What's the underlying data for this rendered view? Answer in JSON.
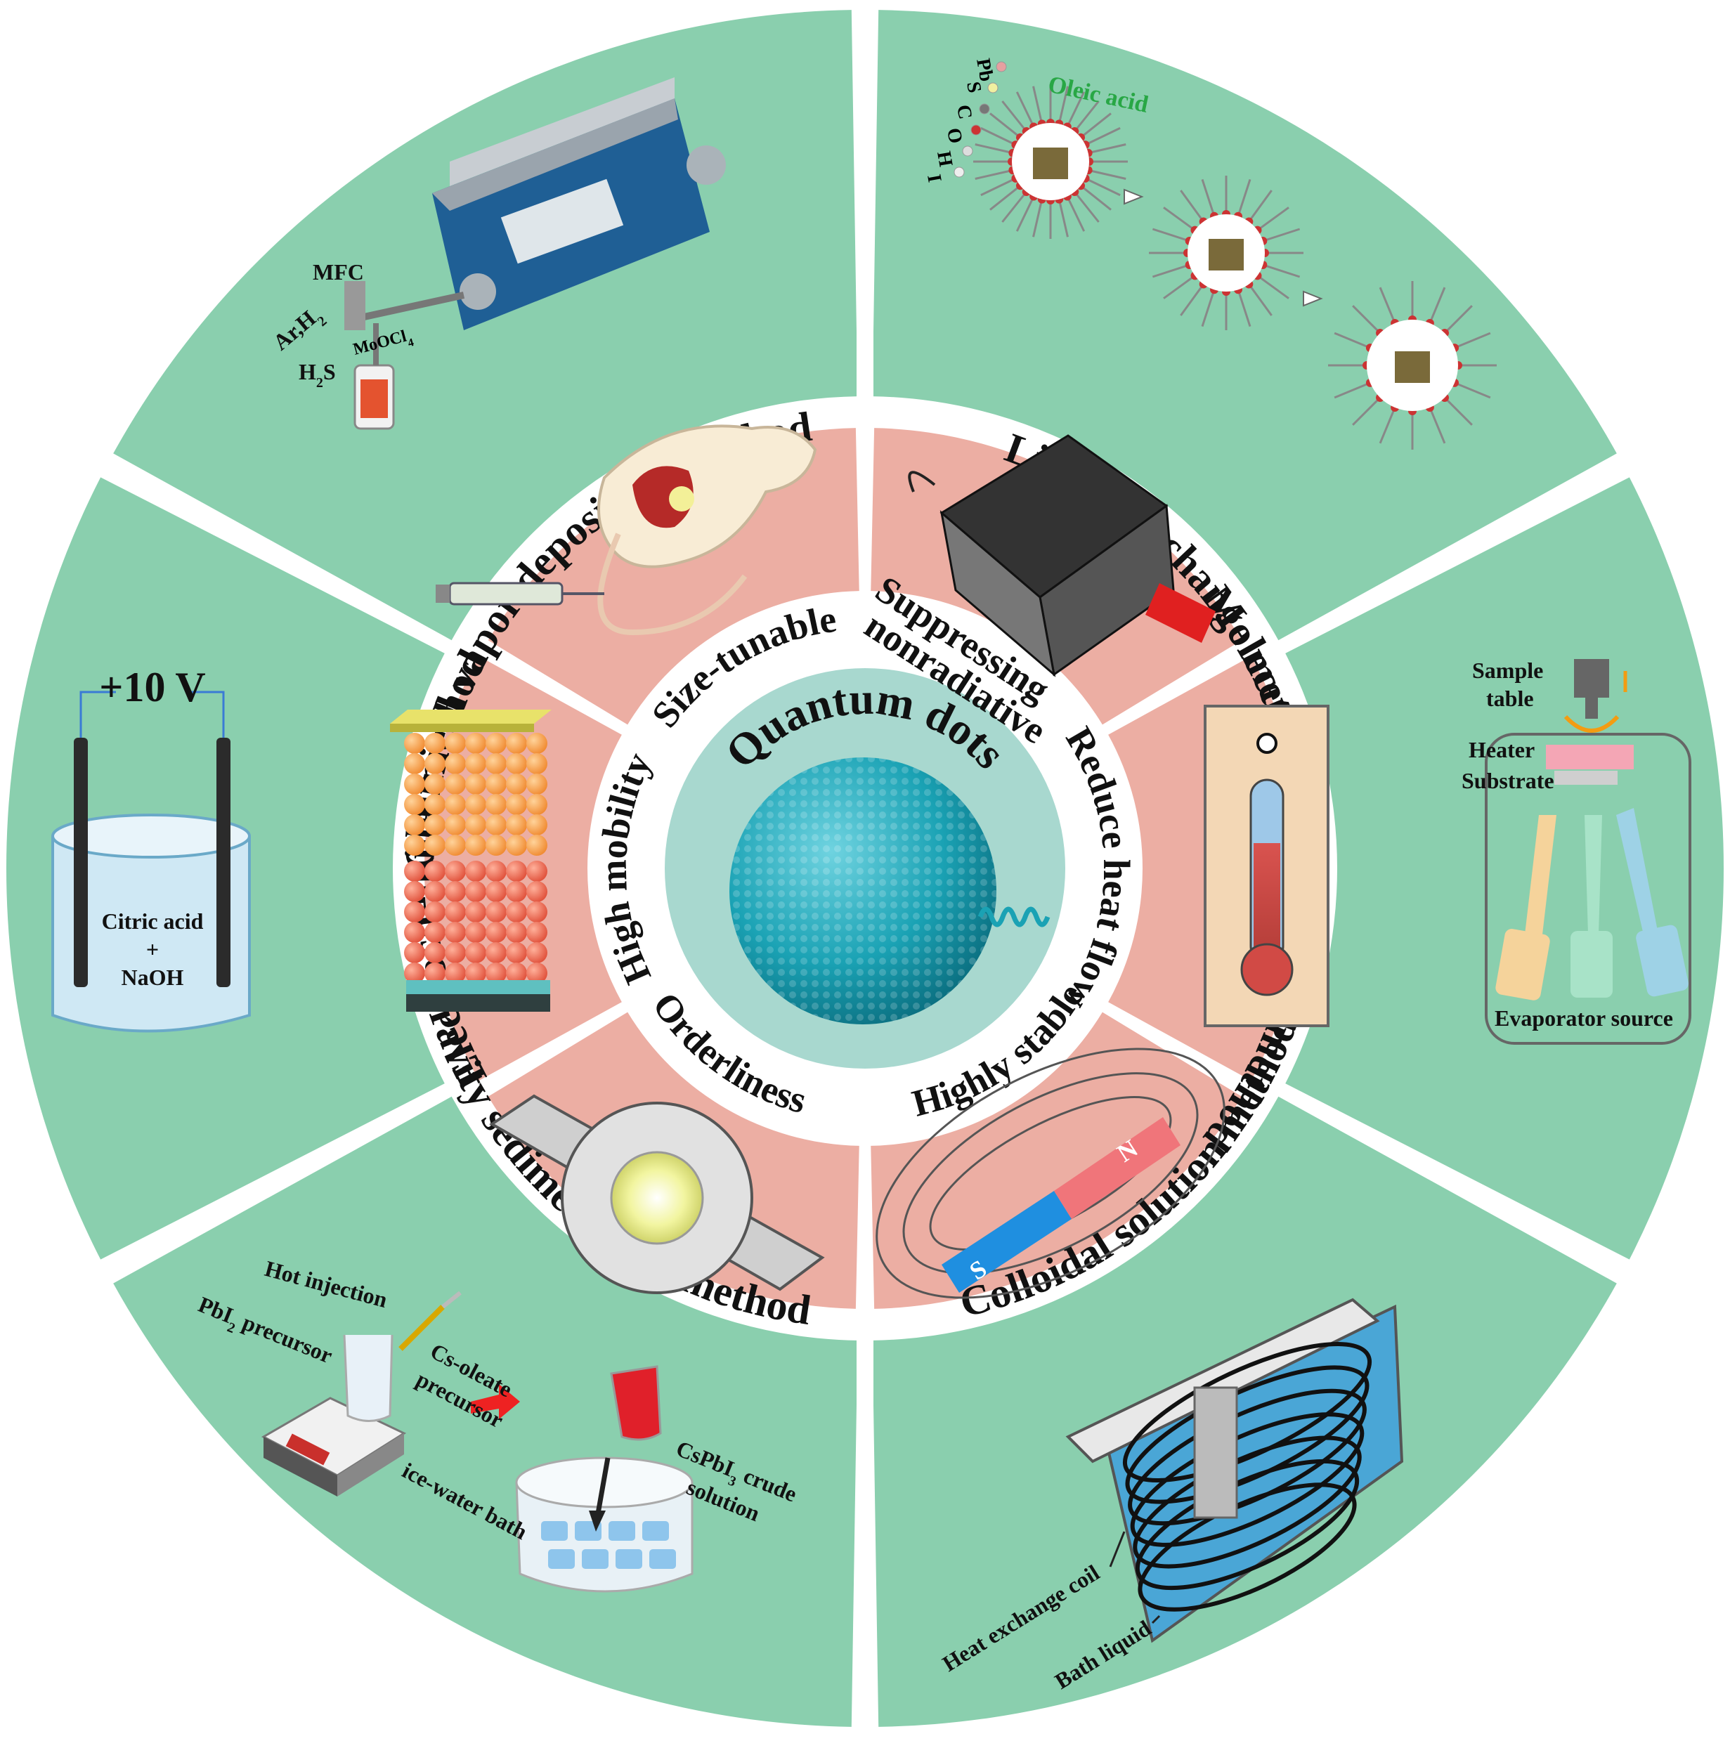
{
  "center": {
    "title": "Quantum dots"
  },
  "methods": [
    "Chemical vapor deposition method",
    "Ligand exchange method",
    "Molecular beam epitaxy method",
    "Gravity sedimentation method",
    "Colloidal solution method",
    "Electrochemical method"
  ],
  "properties": [
    "Size-tunable",
    "Suppressing",
    "nonradiative",
    "Reduce heat flow",
    "Orderliness",
    "Highly stable",
    "High mobility"
  ],
  "cvd": {
    "mfc": "MFC",
    "ar_h2": "Ar,H",
    "ar_h2_sub": "2",
    "h2s": "H",
    "h2s_sub": "2",
    "h2s_s": "S",
    "moocl": "MoOCl",
    "moocl_sub": "4"
  },
  "ligand": {
    "oleic": "Oleic acid",
    "elements": [
      "Pb",
      "S",
      "C",
      "O",
      "H",
      "I"
    ]
  },
  "mbe": {
    "sample_table": [
      "Sample",
      "table"
    ],
    "heater": "Heater",
    "substrate": "Substrate",
    "evaporator": "Evaporator source"
  },
  "gravity": {
    "coil": "Heat exchange coil",
    "bath": "Bath liquid"
  },
  "colloidal": {
    "hot_injection": "Hot injection",
    "pbi2": "PbI",
    "pbi2_sub": "2",
    "pbi2_rest": " precursor",
    "cs_oleate": [
      "Cs-oleate",
      "precursor"
    ],
    "ice": "ice-water bath",
    "crude_a": "CsPbI",
    "crude_sub": "3",
    "crude_b": " crude",
    "crude_c": "solution"
  },
  "electro": {
    "voltage": "+10 V",
    "solution": [
      "Citric acid",
      "+",
      "NaOH"
    ]
  },
  "magnet": {
    "n": "N",
    "s": "S"
  },
  "colors": {
    "outer": "#8acfae",
    "middle": "#ecaea3",
    "inner": "#ffffff",
    "core": "#a8d8cf",
    "sphere": "#1aa2b4"
  }
}
